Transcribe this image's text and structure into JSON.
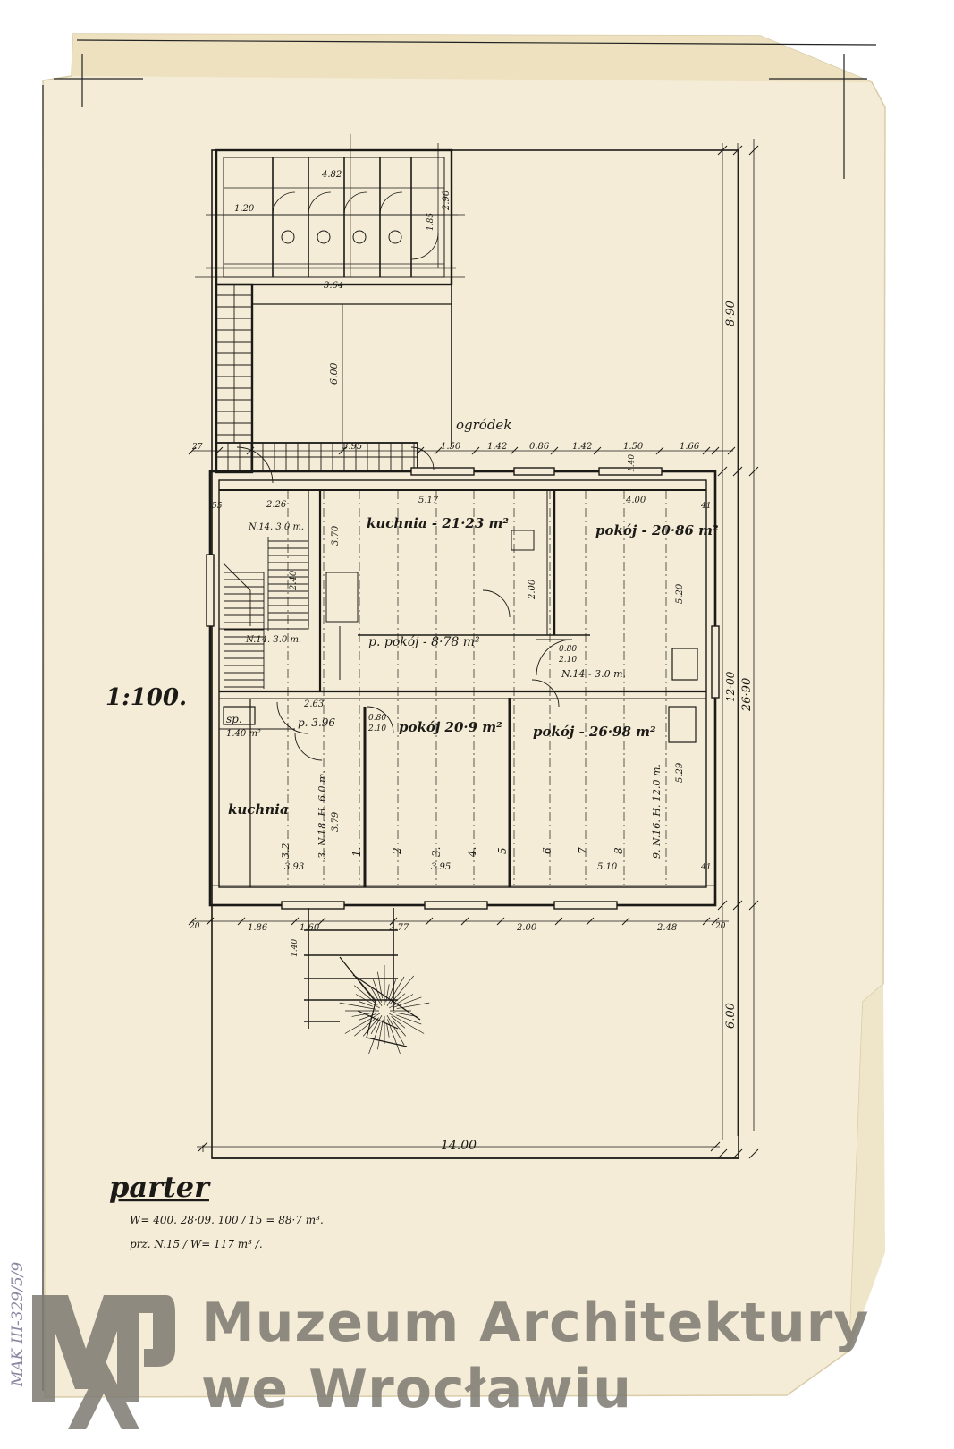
{
  "drawing": {
    "scale_label": "1:100.",
    "sheet_title": "parter",
    "volume_line_1": "W= 400. 28·09. 100 / 15 = 88·7 m³.",
    "volume_line_2": "prz. N.15 / W= 117 m³ /.",
    "garden_label": "ogródek",
    "rooms": {
      "kitchen_upper": "kuchnia - 21·23 m²",
      "room_upper_right": "pokój - 20·86 m²",
      "pass_room": "p. pokój - 8·78 m²",
      "room_lower_mid": "pokój 20·9 m²",
      "room_lower_right": "pokój - 26·98 m²",
      "kitchen_lower": "kuchnia",
      "stair_upper": "N.14. 3.0 m.",
      "stair_lower": "N.14. 3.0 m.",
      "hall_upper": "N.14 - 3.0 m.",
      "bath_label": "p. 3.96",
      "pantry_label": "sp.",
      "wc_label": "1.40 m²",
      "column_label_left": "3. N.18. H. 6.0 m.",
      "column_label_right": "9. N.16. H. 12.0 m."
    },
    "dims": {
      "total_width": "14.00",
      "total_height": "26·90",
      "depth_house": "12·00",
      "depth_yard": "8·90",
      "depth_front": "6.00",
      "yard_depth": "6.00",
      "yard_width": "3.64",
      "annex_depth": "2.90",
      "house_depth_right": "5.20",
      "house_depth_right_low": "5.29",
      "kitchen_depth": "3.79",
      "room_width_1": "3.93",
      "room_width_2": "3.95",
      "room_width_3": "5.10",
      "top_1": "1.50",
      "top_2": "1.42",
      "top_3": "0.86",
      "top_4": "1.42",
      "top_5": "1.50",
      "top_6": "1.66",
      "top_7": "3.95",
      "top_8": "2.26",
      "top_9": "5.17",
      "top_10": "4.00",
      "bottom_1": "1.86",
      "bottom_2": "1.60",
      "bottom_3": "2.77",
      "bottom_4": "2.00",
      "bottom_5": "2.48",
      "bottom_6": "1.40",
      "edge_1": "20",
      "edge_2": "27",
      "edge_3": "41",
      "edge_4": "55",
      "annex_w_1": "4.82",
      "annex_w_2": "1.20",
      "annex_w_3": "1.85",
      "stair_h": "2.40",
      "hall_h": "2.00",
      "door_1": "0.80",
      "door_2": "2.10",
      "window_1": "1.40",
      "hall_w": "2.63",
      "kitchen_h": "3.70",
      "axis_1": "1.",
      "axis_2": "2",
      "axis_3": "3.",
      "axis_4": "4.",
      "axis_5": "5",
      "axis_6": "6",
      "axis_7": "7",
      "axis_8": "8",
      "axis_32": "3.2"
    }
  },
  "watermark": {
    "line_1": "Muzeum Architektury",
    "line_2": "we Wrocławiu"
  },
  "inventory_number": "MAK III-329/5/9",
  "colors": {
    "paper": "#f4ecd6",
    "ink": "#1b1a17",
    "watermark": "#7d7a72"
  }
}
